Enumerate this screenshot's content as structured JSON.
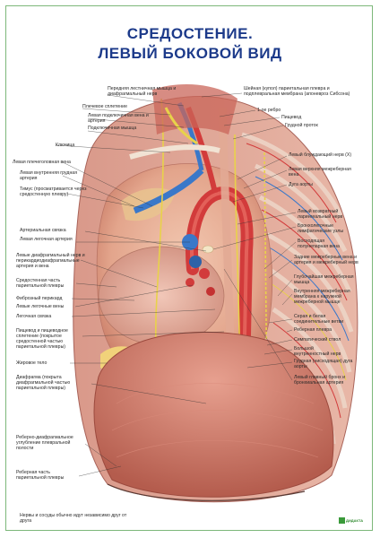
{
  "title": {
    "line1": "СРЕДОСТЕНИЕ.",
    "line2": "ЛЕВЫЙ БОКОВОЙ ВИД"
  },
  "labels_left": [
    "Передняя лестничная мышца и диафрагмальный нерв",
    "Плечевое сплетение",
    "Левая подключичная вена и артерия",
    "Подключичная мышца",
    "Ключица",
    "Левая плечеголовная вена",
    "Левая внутренняя грудная артерия",
    "Тимус (просматривается через средостенную плевру)",
    "Артериальная связка",
    "Левая легочная артерия",
    "Левые диафрагмальный нерв и перикардиодиафрагмальные артерия и вена",
    "Средостенная часть париетальной плевры",
    "Фиброзный перикард",
    "Левые легочные вены",
    "Легочная связка",
    "Пищевод и пищеводное сплетение (покрытое средостенной частью париетальной плевры)",
    "Жировое тело",
    "Диафрагма (покрыта диафрагмальной частью париетальной плевры)",
    "Реберно-диафрагмальное углубление плевральной полости",
    "Реберная часть париетальной плевры"
  ],
  "labels_right": [
    "Шейная (купол) париетальная плевра и подплевральная мембрана (апоневроз Сибсона)",
    "1-ое ребро",
    "Пищевод",
    "Грудной проток",
    "Левый блуждающий нерв (X)",
    "Левая верхняя межреберная вена",
    "Дуга аорты",
    "Левый возвратный ларингеальный нерв",
    "Бронхолегочные лимфатические узлы",
    "Восходящая полунепарная вена",
    "Задние межреберные вена и артерия и межреберный нерв",
    "Глубочайшая межреберная мышца",
    "Внутренняя межреберная мембрана к наружной межреберной мышце",
    "Серая и белая соединительные ветви",
    "Реберная плевра",
    "Симпатический ствол",
    "Большой внутренностный нерв",
    "Грудная (нисходящая) дуга аорты",
    "Левый главный бронх и бронхиальная артерия"
  ],
  "footnote": "Нервы и сосуды обычно идут независимо друг от друга",
  "logo_text": "ДИДАКТА",
  "colors": {
    "title": "#1c3a8a",
    "frame": "#7db87a",
    "muscle": "#c9665a",
    "artery": "#d23b3b",
    "vein": "#3a78c9",
    "nerve": "#e8d24a",
    "fat": "#f1d27a"
  }
}
